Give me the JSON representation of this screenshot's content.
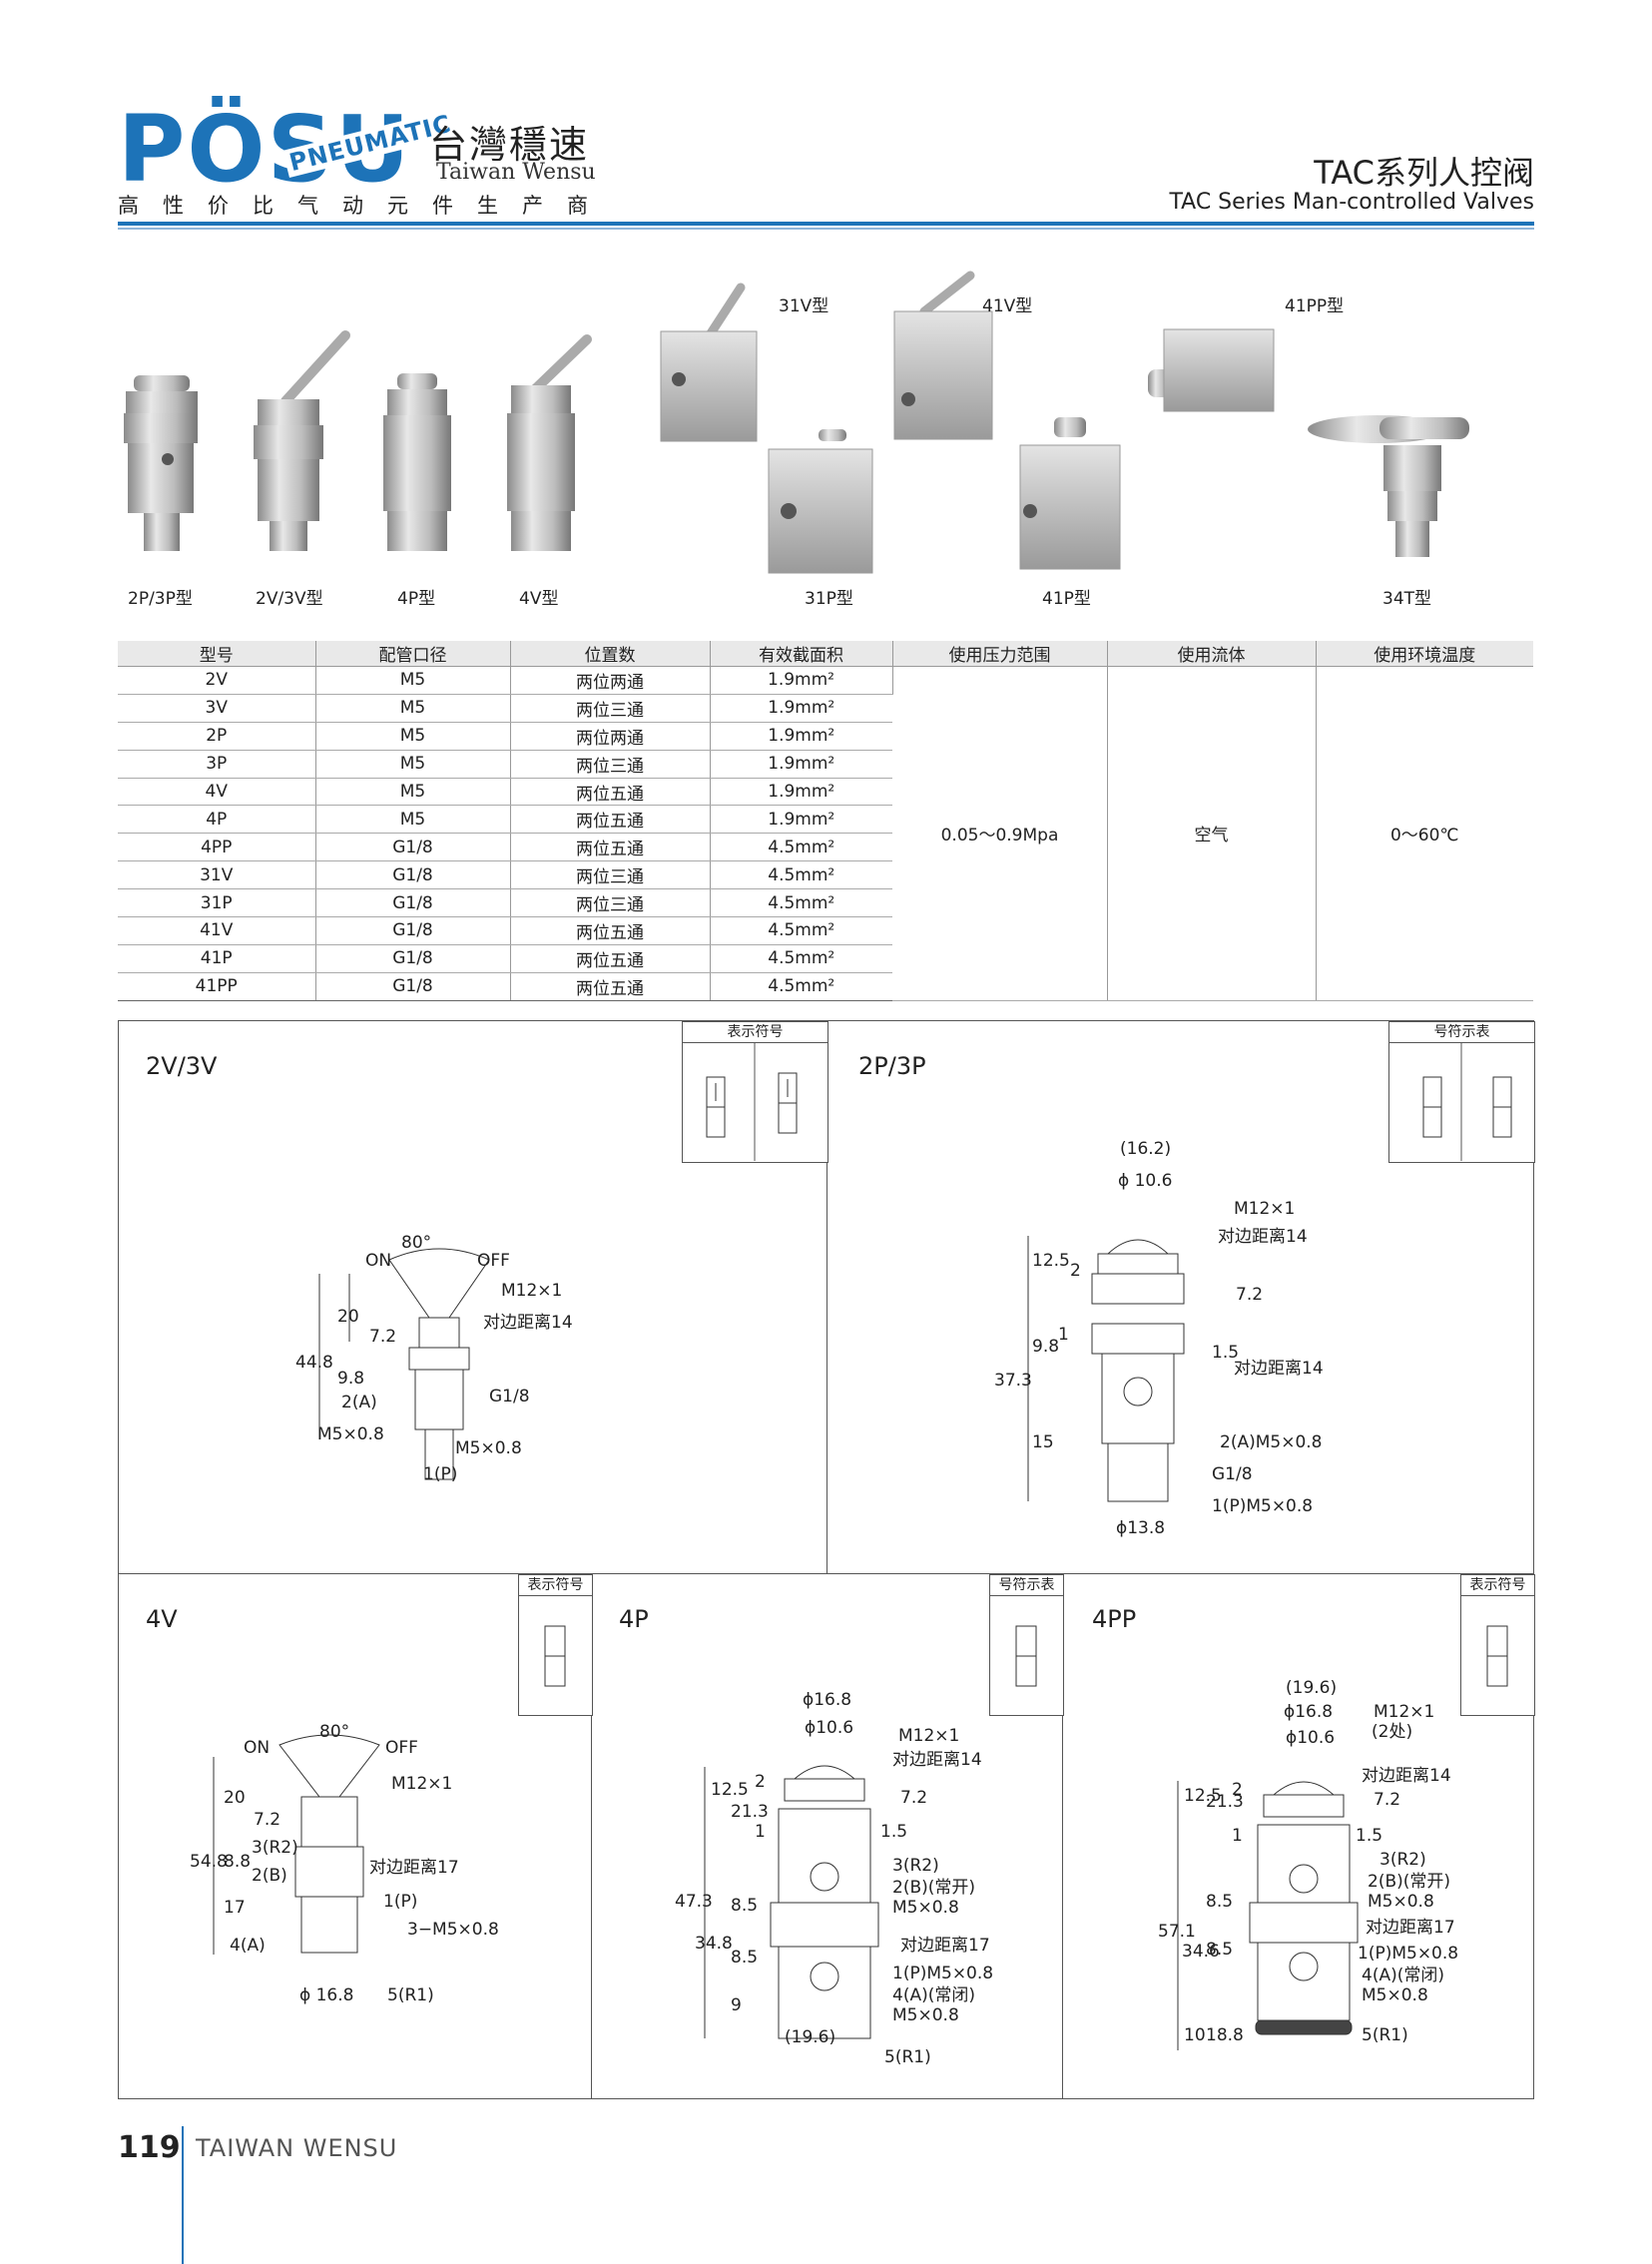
{
  "header": {
    "logo": "PÖSU",
    "pneumatic": "PNEUMATIC",
    "brand_cn": "台灣穩速",
    "brand_en": "Taiwan Wensu",
    "slogan": "高性价比气动元件生产商",
    "series_cn": "TAC系列人控阀",
    "series_en": "TAC Series Man-controlled Valves"
  },
  "products": {
    "labels": [
      "2P/3P型",
      "2V/3V型",
      "4P型",
      "4V型",
      "31V型",
      "31P型",
      "41V型",
      "41P型",
      "41PP型",
      "34T型"
    ]
  },
  "spec_table": {
    "headers": [
      "型号",
      "配管口径",
      "位置数",
      "有效截面积",
      "使用压力范围",
      "使用流体",
      "使用环境温度"
    ],
    "rows": [
      [
        "2V",
        "M5",
        "两位两通",
        "1.9mm²"
      ],
      [
        "3V",
        "M5",
        "两位三通",
        "1.9mm²"
      ],
      [
        "2P",
        "M5",
        "两位两通",
        "1.9mm²"
      ],
      [
        "3P",
        "M5",
        "两位三通",
        "1.9mm²"
      ],
      [
        "4V",
        "M5",
        "两位五通",
        "1.9mm²"
      ],
      [
        "4P",
        "M5",
        "两位五通",
        "1.9mm²"
      ],
      [
        "4PP",
        "G1/8",
        "两位五通",
        "4.5mm²"
      ],
      [
        "31V",
        "G1/8",
        "两位三通",
        "4.5mm²"
      ],
      [
        "31P",
        "G1/8",
        "两位三通",
        "4.5mm²"
      ],
      [
        "41V",
        "G1/8",
        "两位五通",
        "4.5mm²"
      ],
      [
        "41P",
        "G1/8",
        "两位五通",
        "4.5mm²"
      ],
      [
        "41PP",
        "G1/8",
        "两位五通",
        "4.5mm²"
      ]
    ],
    "pressure": "0.05～0.9Mpa",
    "fluid": "空气",
    "temperature": "0～60℃"
  },
  "panels": {
    "p2v": {
      "title": "2V/3V",
      "symbol_head": "表示符号",
      "labels": {
        "angle": "80°",
        "on": "ON",
        "off": "OFF",
        "thread": "M12×1",
        "flat": "对边距离14",
        "d20": "20",
        "d72": "7.2",
        "d448": "44.8",
        "d98": "9.8",
        "port2": "2(A)",
        "g18": "G1/8",
        "m5a": "M5×0.8",
        "m5b": "M5×0.8",
        "port1": "1(P)"
      }
    },
    "p2p": {
      "title": "2P/3P",
      "symbol_head": "号符示表",
      "labels": {
        "d162": "(16.2)",
        "d106": "ϕ 10.6",
        "thread": "M12×1",
        "flat1": "对边距离14",
        "d125": "12.5",
        "d2": "2",
        "d72": "7.2",
        "d373": "37.3",
        "d98": "9.8",
        "d1": "1",
        "d15a": "1.5",
        "flat2": "对边距离14",
        "d15": "15",
        "port2": "2(A)M5×0.8",
        "g18": "G1/8",
        "port1": "1(P)M5×0.8",
        "d138": "ϕ13.8"
      }
    },
    "p4v": {
      "title": "4V",
      "symbol_head": "表示符号",
      "labels": {
        "angle": "80°",
        "on": "ON",
        "off": "OFF",
        "thread": "M12×1",
        "d20": "20",
        "d72": "7.2",
        "d548": "54.8",
        "d88": "8.8",
        "d17": "17",
        "port3": "3(R2)",
        "port2": "2(B)",
        "flat": "对边距离17",
        "port1": "1(P)",
        "m5": "3−M5×0.8",
        "port4": "4(A)",
        "d168": "ϕ 16.8",
        "port5": "5(R1)"
      }
    },
    "p4p": {
      "title": "4P",
      "symbol_head": "号符示表",
      "labels": {
        "d168": "ϕ16.8",
        "d106": "ϕ10.6",
        "thread": "M12×1",
        "flat1": "对边距离14",
        "d125": "12.5",
        "d213": "21.3",
        "d2": "2",
        "d1": "1",
        "d72": "7.2",
        "d15": "1.5",
        "port3": "3(R2)",
        "port2": "2(B)(常开)",
        "m5a": "M5×0.8",
        "d473": "47.3",
        "d348": "34.8",
        "d85a": "8.5",
        "d85b": "8.5",
        "flat2": "对边距离17",
        "port1": "1(P)M5×0.8",
        "d9": "9",
        "port4": "4(A)(常闭)",
        "m5b": "M5×0.8",
        "d196": "(19.6)",
        "port5": "5(R1)"
      }
    },
    "p4pp": {
      "title": "4PP",
      "symbol_head": "表示符号",
      "labels": {
        "d196": "(19.6)",
        "d168": "ϕ16.8",
        "d106": "ϕ10.6",
        "thread": "M12×1",
        "two": "(2处)",
        "flat1": "对边距离14",
        "d125": "12.5",
        "d213": "21.3",
        "d2": "2",
        "d1": "1",
        "d72": "7.2",
        "d15": "1.5",
        "port3": "3(R2)",
        "port2": "2(B)(常开)",
        "m5a": "M5×0.8",
        "d571": "57.1",
        "d346": "34.6",
        "d85a": "8.5",
        "d85b": "8.5",
        "flat2": "对边距离17",
        "port1": "1(P)M5×0.8",
        "port4": "4(A)(常闭)",
        "m5b": "M5×0.8",
        "d10": "10",
        "d188": "18.8",
        "port5": "5(R1)"
      }
    }
  },
  "footer": {
    "page": "119",
    "text": "TAIWAN WENSU"
  }
}
